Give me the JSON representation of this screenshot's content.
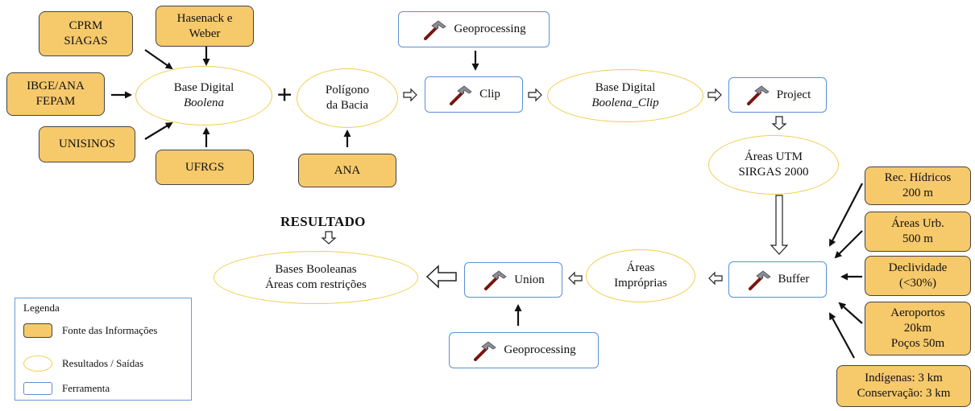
{
  "sources": {
    "cprm": [
      "CPRM",
      "SIAGAS"
    ],
    "hasenack": [
      "Hasenack e",
      "Weber"
    ],
    "ibge": [
      "IBGE/ANA",
      "FEPAM"
    ],
    "unisinos": [
      "UNISINOS"
    ],
    "ufrgs": [
      "UFRGS"
    ],
    "ana": [
      "ANA"
    ],
    "rec_hidricos": [
      "Rec. Hídricos",
      "200 m"
    ],
    "areas_urb": [
      "Áreas Urb.",
      "500 m"
    ],
    "declividade": [
      "Declividade",
      "(<30%)"
    ],
    "aeroportos": [
      "Aeroportos",
      "20km",
      "Poços 50m"
    ],
    "indigenas": [
      "Indígenas: 3 km",
      "Conservação: 3 km"
    ]
  },
  "outputs": {
    "base_digital": [
      "Base Digital",
      "Boolena"
    ],
    "poligono": [
      "Polígono",
      "da Bacia"
    ],
    "base_clip": [
      "Base Digital",
      "Boolena_Clip"
    ],
    "areas_utm": [
      "Áreas UTM",
      "SIRGAS 2000"
    ],
    "areas_improprias": [
      "Áreas",
      "Impróprias"
    ],
    "bases_booleanas": [
      "Bases Booleanas",
      "Áreas com restrições"
    ]
  },
  "tools": {
    "geoprocessing_top": "Geoprocessing",
    "clip": "Clip",
    "project": "Project",
    "buffer": "Buffer",
    "union": "Union",
    "geoprocessing_bottom": "Geoprocessing"
  },
  "result_title": "RESULTADO",
  "plus_sign": "+",
  "legend": {
    "title": "Legenda",
    "source": "Fonte das Informações",
    "output": "Resultados / Saídas",
    "tool": "Ferramenta"
  },
  "colors": {
    "source_fill": "#f6c96b",
    "output_border": "#f2cd4f",
    "tool_border": "#5b8fd6"
  },
  "icons": {
    "tool_icon": "hammer-icon"
  }
}
